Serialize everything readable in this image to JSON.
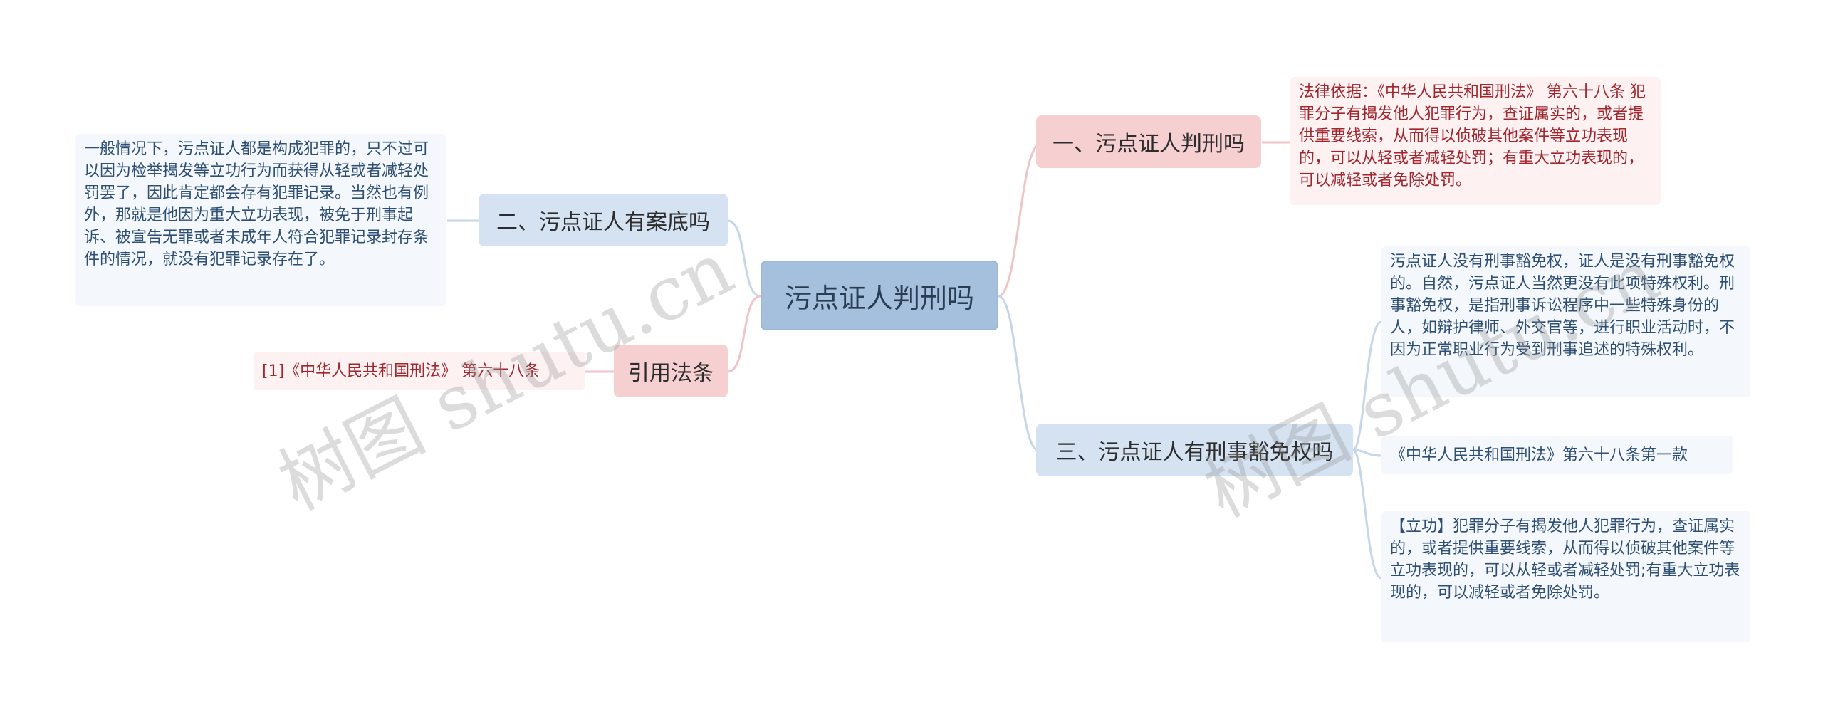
{
  "center": {
    "label": "污点证人判刑吗"
  },
  "topics": {
    "t1": {
      "label": "一、污点证人判刑吗"
    },
    "t2": {
      "label": "二、污点证人有案底吗"
    },
    "t3": {
      "label": "三、污点证人有刑事豁免权吗"
    },
    "t4": {
      "label": "引用法条"
    }
  },
  "notes": {
    "n1": {
      "text": "法律依据：《中华人民共和国刑法》 第六十八条 犯罪分子有揭发他人犯罪行为，查证属实的，或者提供重要线索，从而得以侦破其他案件等立功表现的，可以从轻或者减轻处罚；有重大立功表现的，可以减轻或者免除处罚。"
    },
    "n2": {
      "text": "一般情况下，污点证人都是构成犯罪的，只不过可以因为检举揭发等立功行为而获得从轻或者减轻处罚罢了，因此肯定都会存有犯罪记录。当然也有例外，那就是他因为重大立功表现，被免于刑事起诉、被宣告无罪或者未成年人符合犯罪记录封存条件的情况，就没有犯罪记录存在了。"
    },
    "n3": {
      "text": "[1]《中华人民共和国刑法》 第六十八条"
    },
    "n4": {
      "text": "污点证人没有刑事豁免权，证人是没有刑事豁免权的。自然，污点证人当然更没有此项特殊权利。刑事豁免权，是指刑事诉讼程序中一些特殊身份的人，如辩护律师、外交官等，进行职业活动时，不因为正常职业行为受到刑事追述的特殊权利。"
    },
    "n5": {
      "text": "《中华人民共和国刑法》第六十八条第一款"
    },
    "n6": {
      "text": "【立功】犯罪分子有揭发他人犯罪行为，查证属实的，或者提供重要线索，从而得以侦破其他案件等立功表现的，可以从轻或者减轻处罚;有重大立功表现的，可以减轻或者免除处罚。"
    }
  },
  "watermarks": {
    "w1": "树图 shutu.cn",
    "w2": "树图 shutu.cn"
  },
  "colors": {
    "center_bg": "#a5c0dd",
    "topic_blue": "#d4e2f1",
    "topic_pink": "#f6cfd1",
    "line_blue": "#c5d6e9",
    "line_pink": "#f0c3c6",
    "note_red_text": "#a0262e",
    "note_blue_text": "#2e4f73"
  }
}
